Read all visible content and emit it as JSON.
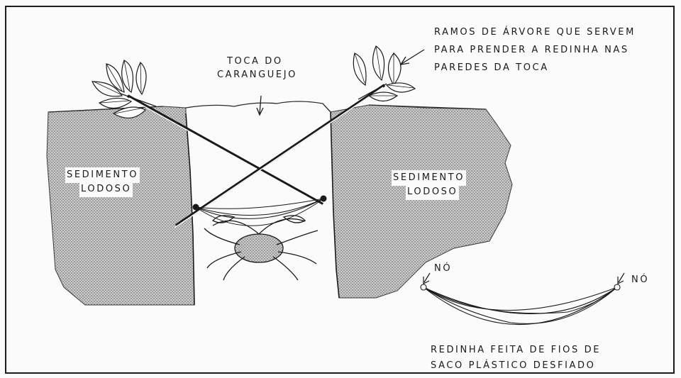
{
  "colors": {
    "ink": "#1a1a1a",
    "sediment": "#9a9a9a",
    "paper": "#fbfbfb"
  },
  "labels": {
    "branches_note": [
      "RAMOS DE ÁRVORE QUE SERVEM",
      "PARA PRENDER A REDINHA NAS",
      "PAREDES DA TOCA"
    ],
    "burrow": [
      "TOCA DO",
      "CARANGUEJO"
    ],
    "sediment_left": [
      "SEDIMENTO",
      "LODOSO"
    ],
    "sediment_right": [
      "SEDIMENTO",
      "LODOSO"
    ],
    "knot_left": "NÓ",
    "knot_right": "NÓ",
    "net_caption": [
      "REDINHA FEITA DE FIOS DE",
      "SACO PLÁSTICO DESFIADO"
    ]
  },
  "icons": [
    "leaf-branch-icon",
    "crab-icon",
    "net-icon",
    "arrow-icon"
  ]
}
